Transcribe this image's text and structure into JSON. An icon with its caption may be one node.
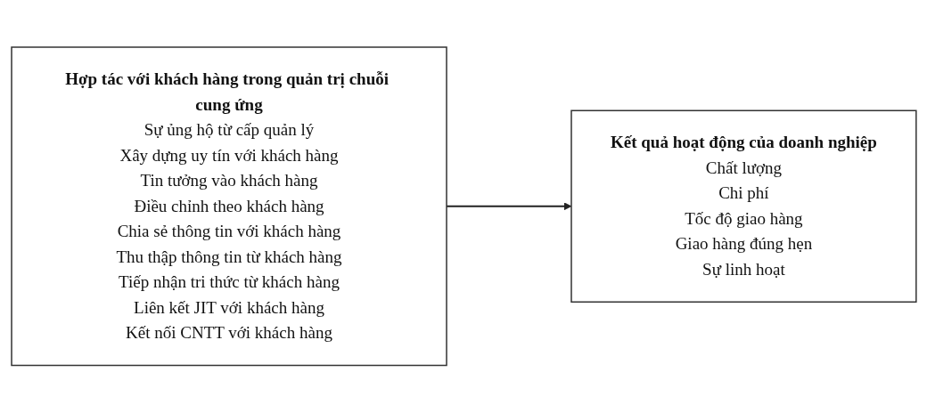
{
  "diagram": {
    "nodes": [
      {
        "text": [
          "Hợp tác với khách hàng trong quản trị chuỗi cung ứng",
          "Sự ủng hộ từ cấp quản lý",
          "Xây dựng uy tín với khách hàng",
          "Tin tưởng vào khách hàng",
          "Điều chỉnh theo khách hàng",
          "Chia sẻ thông tin với khách hàng",
          "Thu thập thông tin từ khách hàng",
          "Tiếp nhận tri thức từ khách hàng",
          "Liên kết JIT với khách hàng",
          "Kết nối CNTT với khách hàng"
        ]
      },
      {
        "text": [
          "Kết quả hoạt động của doanh nghiệp",
          "Chất lượng",
          "Chi phí",
          "Tốc độ giao hàng",
          "Giao hàng đúng hẹn",
          "Sự linh hoạt"
        ]
      }
    ],
    "edges": [
      {
        "from": 0,
        "to": 1,
        "arrow": "to"
      }
    ]
  }
}
